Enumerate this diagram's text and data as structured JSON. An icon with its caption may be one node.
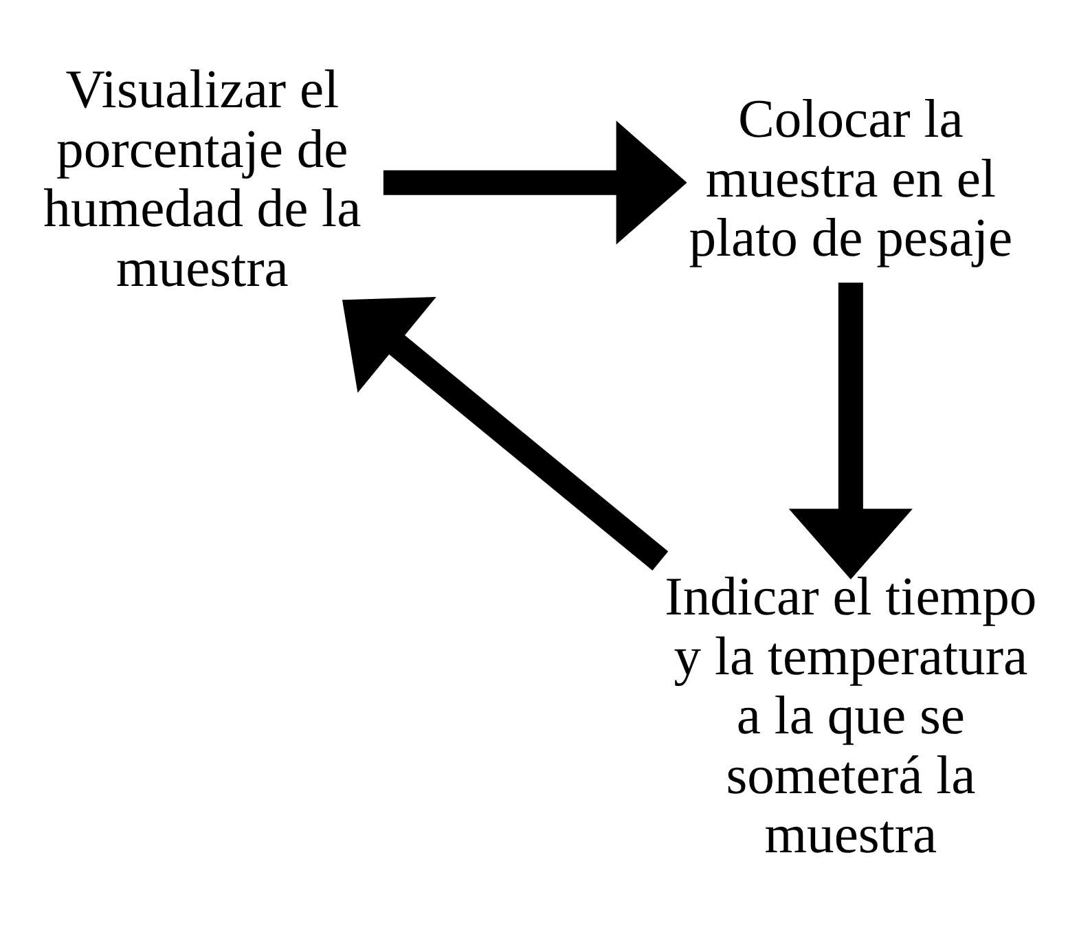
{
  "diagram": {
    "nodes": [
      {
        "text": [
          "Visualizar el porcentaje de humedad de la muestra"
        ]
      },
      {
        "text": [
          "Colocar la muestra en el plato de pesaje"
        ]
      },
      {
        "text": [
          "Indicar el tiempo y la temperatura a la que se someterá la muestra"
        ]
      }
    ],
    "edges": [
      {
        "from": 0,
        "to": 1,
        "arrow": "to"
      },
      {
        "from": 1,
        "to": 2,
        "arrow": "to"
      },
      {
        "from": 2,
        "to": 0,
        "arrow": "to"
      }
    ]
  }
}
